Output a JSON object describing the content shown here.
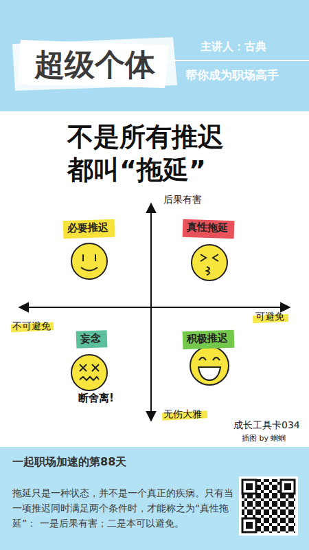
{
  "diagram": {
    "title": "不是所有推迟 都叫“拖延”",
    "caption": "拖延只是一种状态，并不是一个真正的疾病。只有当一项推迟同时满足两个条件时，才能称之为“真性拖延”： 一是后果有害；二是本可以避免。",
    "nodes": [
      {
        "text": [
          "超级个体"
        ]
      },
      {
        "text": [
          "必要推迟"
        ]
      },
      {
        "text": [
          "真性拖延"
        ]
      },
      {
        "text": [
          "妄念"
        ]
      },
      {
        "text": [
          "积极推迟"
        ]
      }
    ],
    "labels": [
      "主讲人：古典",
      "帮你成为职场高手",
      "后果有害",
      "不可避免",
      "可避免",
      "断舍离!",
      "无伤大雅",
      "成长工具卡034",
      "插图 by 蝈蝈",
      "一起职场加速的第88天"
    ]
  }
}
